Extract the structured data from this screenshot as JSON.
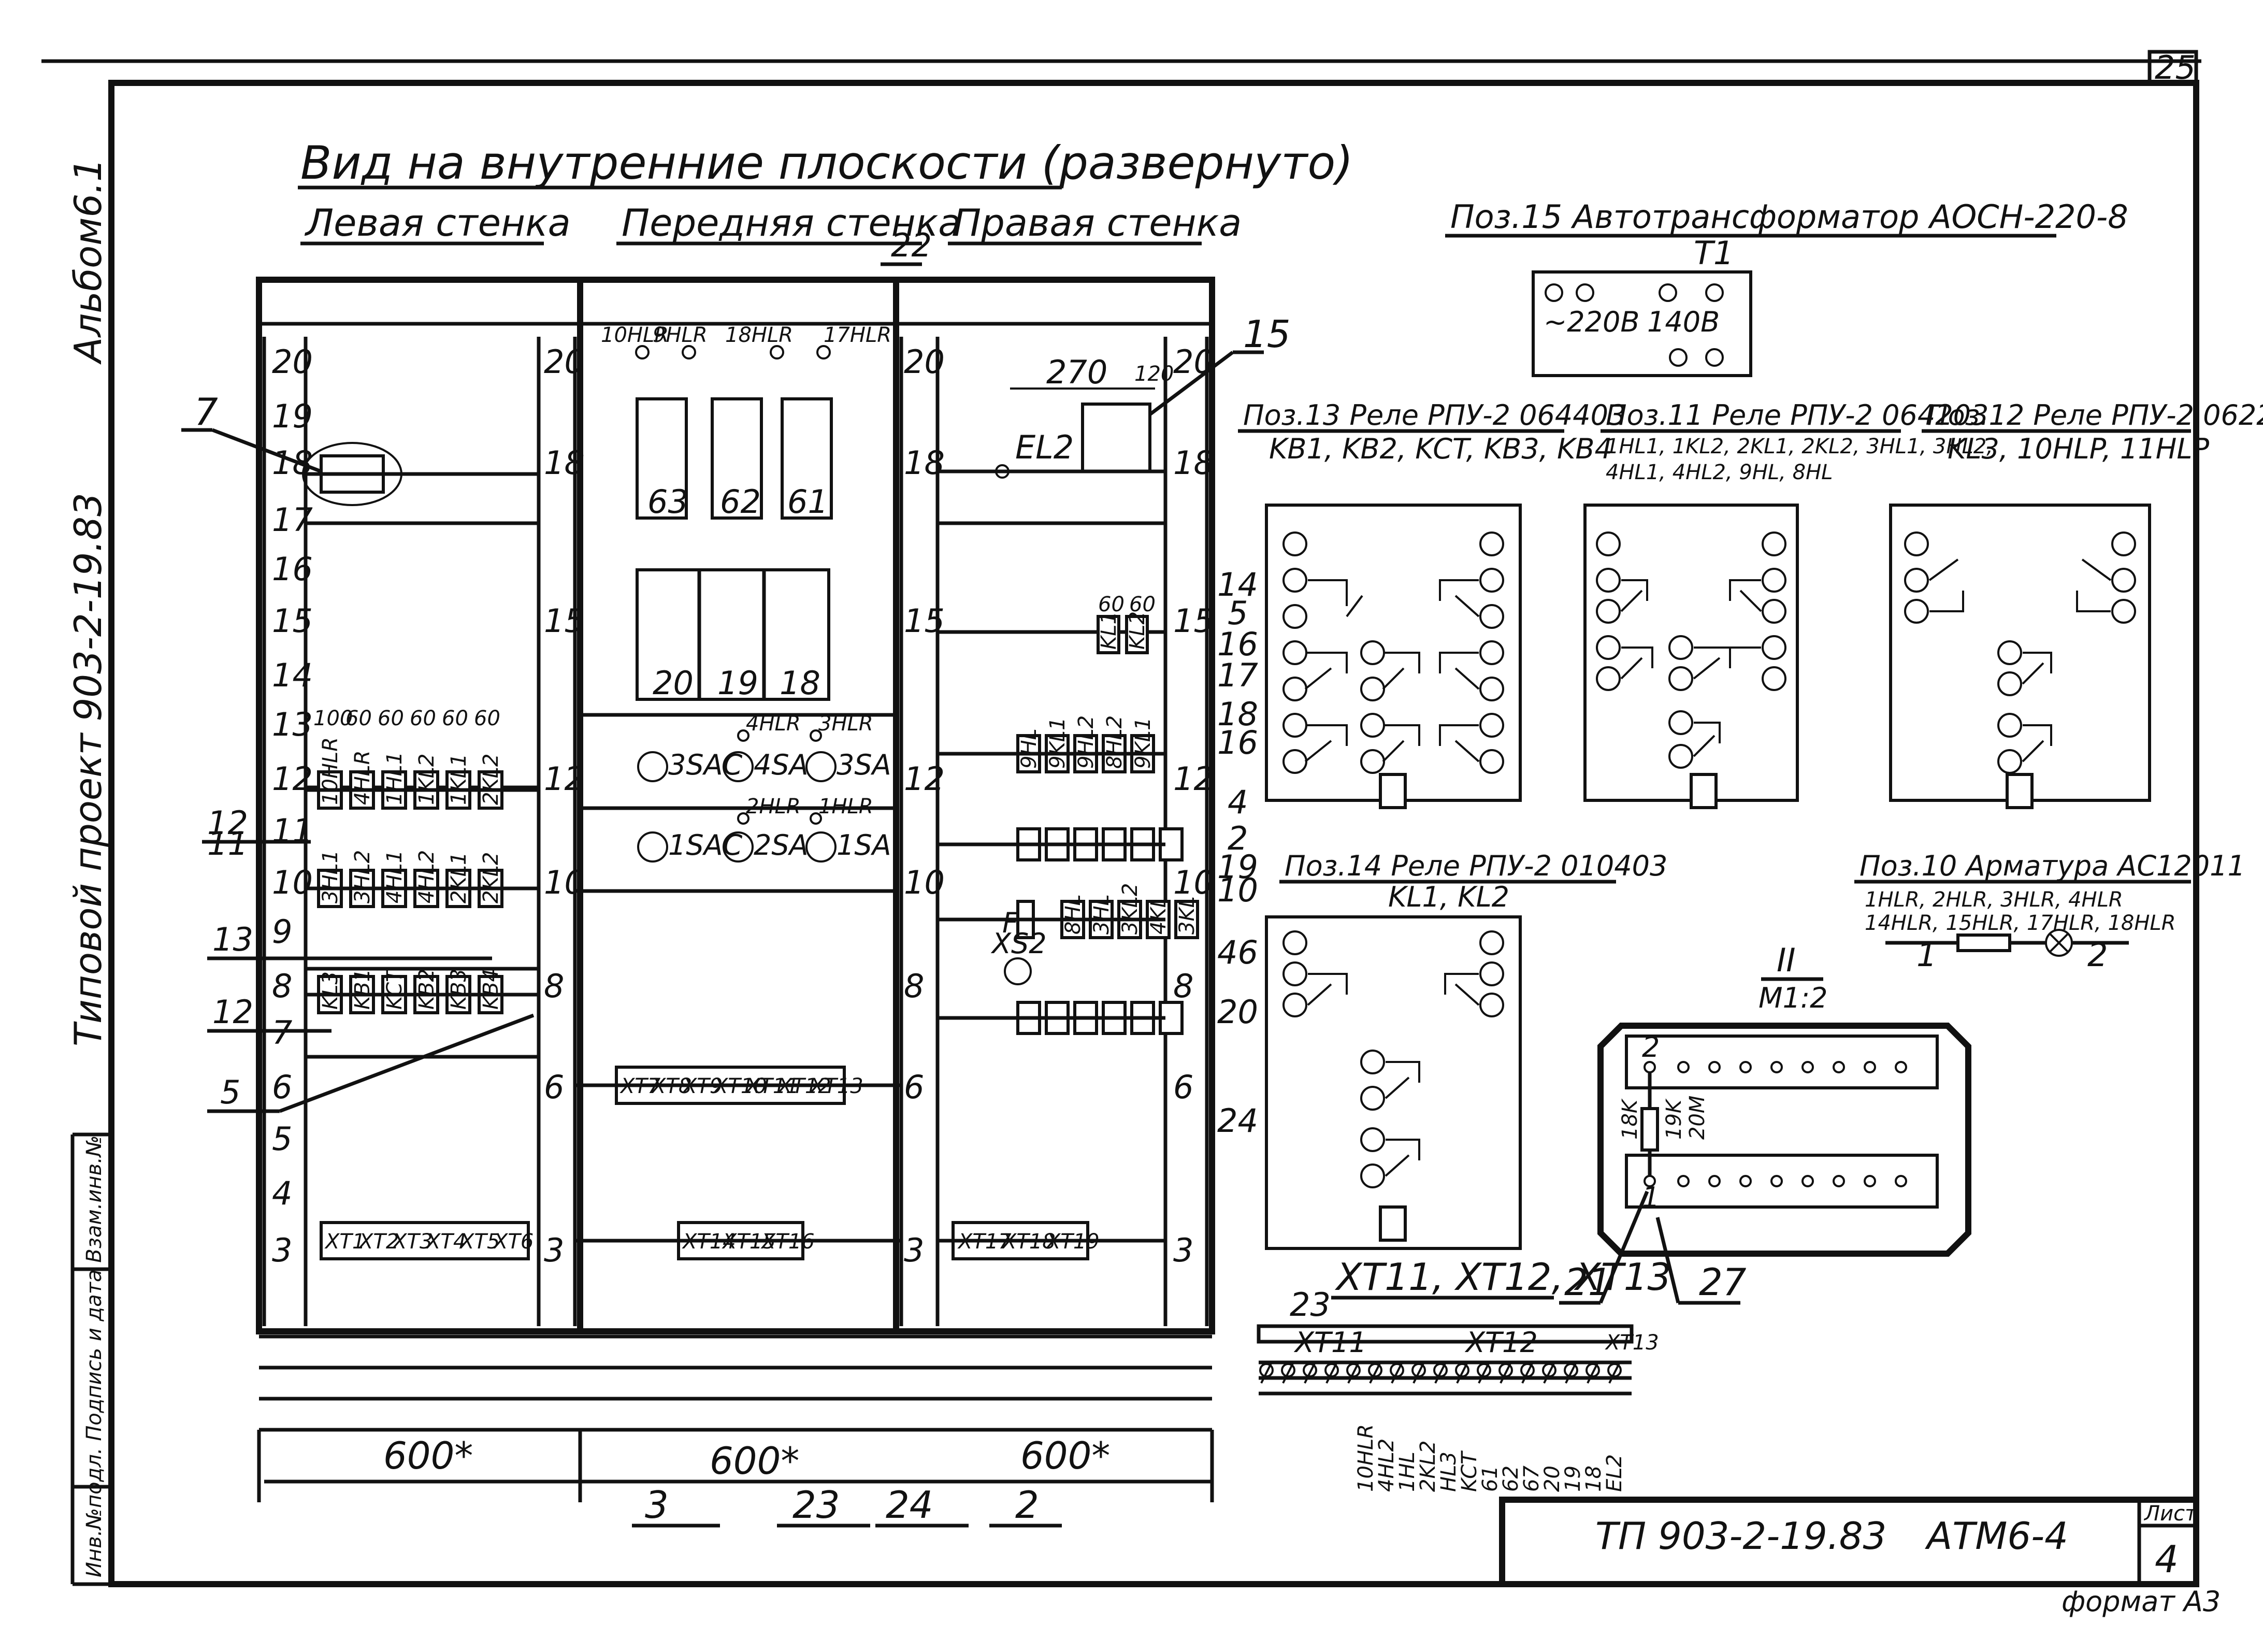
{
  "sheet": {
    "page_no": "25",
    "album": "Альбом6.1",
    "project": "Типовой проект 903-2-19.83",
    "side_stamp": "Инв.№подл. Подпись и дата Взам.инв.№",
    "code": "ТП 903-2-19.83",
    "drawing": "АТМ6-4",
    "sheet_label": "Лист",
    "sheet_no": "4",
    "format": "формат А3"
  },
  "view": {
    "title": "Вид на внутренние плоскости (развернуто)",
    "left_wall": "Левая стенка",
    "front_wall": "Передняя стенка",
    "right_wall": "Правая стенка",
    "dims": [
      "600*",
      "600*",
      "600*"
    ],
    "rail_numbers": [
      "20",
      "19",
      "18",
      "17",
      "16",
      "15",
      "14",
      "13",
      "12",
      "11",
      "10",
      "9",
      "8",
      "7",
      "6",
      "5",
      "4",
      "3"
    ],
    "lamps_top": [
      "10HLR",
      "9HLR",
      "18HLR",
      "17HLR"
    ],
    "relays_row1": [
      "63",
      "62",
      "61"
    ],
    "relays_row2": [
      "20",
      "19",
      "18"
    ],
    "switch_row1": {
      "lamps": [
        "4HLR",
        "3HLR"
      ],
      "switches": [
        "3SAC",
        "4SA",
        "3SA"
      ]
    },
    "switch_row2": {
      "lamps": [
        "2HLR",
        "1HLR"
      ],
      "switches": [
        "1SAC",
        "2SA",
        "1SA"
      ]
    },
    "front_terminals_6": [
      "XT7",
      "XT8",
      "XT9",
      "XT10",
      "XT11",
      "XT12",
      "XT13"
    ],
    "front_terminals_3": [
      "XT14",
      "XT15",
      "XT16"
    ],
    "left_terminals_3": [
      "XT1",
      "XT2",
      "XT3",
      "XT4",
      "XT5",
      "XT6"
    ],
    "right_terminals_3": [
      "XT17",
      "XT18",
      "XT19"
    ],
    "left_relays_12": [
      "10HLR",
      "4HLR",
      "1HL1",
      "1KL2",
      "1KL1",
      "2KL2"
    ],
    "left_relays_10": [
      "3HL1",
      "3HL2",
      "4HL1",
      "4HL2",
      "2KL1",
      "2KL2"
    ],
    "left_relays_8": [
      "KL3",
      "KB1",
      "KCT",
      "KB2",
      "KB3",
      "KB4"
    ],
    "left_widths": [
      "100",
      "60",
      "60",
      "60",
      "60",
      "60"
    ],
    "right_dims": [
      "270",
      "120"
    ],
    "right_small_dims": [
      "60",
      "60"
    ],
    "right_labels": {
      "el2": "EL2",
      "fuse": "F3",
      "socket": "XS2"
    },
    "right_relays_15": [
      "KL1",
      "KL2"
    ],
    "right_relays_13": [
      "9HL",
      "9KL1",
      "9HL2",
      "8HL2",
      "9KL1"
    ],
    "right_relays_9": [
      "8HL",
      "3HL",
      "3KL2",
      "4KL",
      "3KL"
    ],
    "callouts_left": [
      "7",
      "12",
      "11",
      "13",
      "12",
      "5"
    ],
    "callouts_right": [
      "22",
      "15",
      "14",
      "5",
      "16",
      "17",
      "18",
      "16",
      "4",
      "2",
      "19",
      "10",
      "46",
      "20",
      "24"
    ],
    "callouts_bottom": [
      "3",
      "23",
      "24",
      "2"
    ]
  },
  "autotransformer": {
    "title": "Поз.15 Автотрансформатор АОСН-220-8",
    "tag": "T1",
    "left_label": "~220В",
    "right_label": "140В"
  },
  "relay13": {
    "title": "Поз.13 Реле РПУ-2 064403",
    "tags": "KB1, KB2, KCT, KB3, KB4"
  },
  "relay11": {
    "title": "Поз.11 Реле РПУ-2 064203",
    "tags_1": "1HL1, 1KL2, 2KL1, 2KL2, 3HL1, 3HL2,",
    "tags_2": "4HL1, 4HL2, 9HL, 8HL"
  },
  "relay12": {
    "title": "Поз.12 Реле РПУ-2 062203",
    "tags": "KL3, 10HLP, 11HLP"
  },
  "relay14": {
    "title": "Поз.14 Реле РПУ-2 010403",
    "tags": "KL1, KL2"
  },
  "armature": {
    "title": "Поз.10 Арматура АС12011",
    "tags_1": "1HLR, 2HLR, 3HLR, 4HLR",
    "tags_2": "14HLR, 15HLR, 17HLR, 18HLR",
    "pin1": "1",
    "pin2": "2"
  },
  "detail": {
    "mark": "II",
    "scale": "М1:2",
    "pin_top": "2",
    "pin_bot": "1",
    "labels": [
      "18K",
      "19K",
      "20M"
    ],
    "callout_21": "21",
    "callout_27": "27"
  },
  "terminal_strip": {
    "title": "XT11, XT12, XT13",
    "callout": "23",
    "groups": [
      "XT11",
      "XT12",
      "XT13"
    ],
    "wires": [
      "10HLR",
      "4HL2",
      "1HL",
      "2KL2",
      "HL3",
      "KCT",
      "61",
      "62",
      "67",
      "20",
      "19",
      "18",
      "EL2"
    ]
  }
}
